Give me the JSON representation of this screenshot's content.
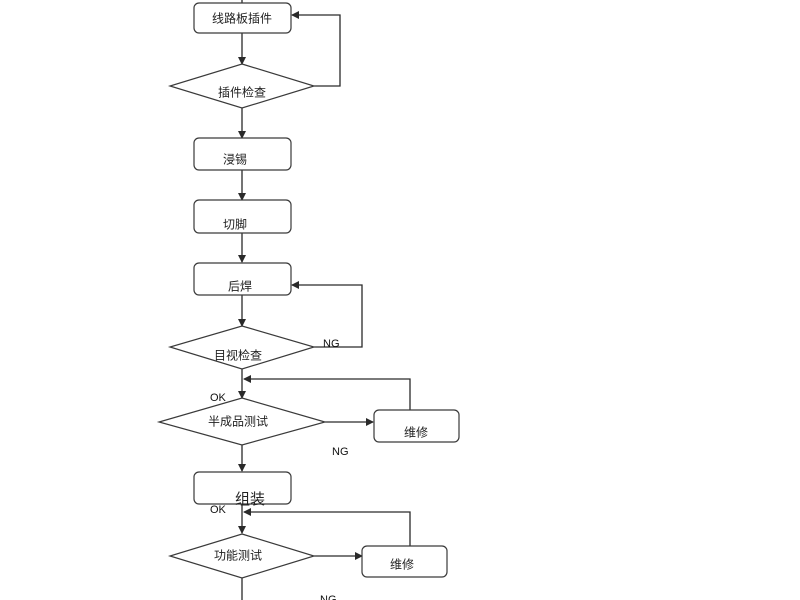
{
  "diagram": {
    "nodes": {
      "pcb_insertion": "线路板插件",
      "insertion_check": "插件检查",
      "dip_solder": "浸锡",
      "lead_cutting": "切脚",
      "post_solder": "后焊",
      "visual_check": "目视检查",
      "semi_test": "半成品测试",
      "repair_1": "维修",
      "assembly": "组装",
      "function_test": "功能测试",
      "repair_2": "维修"
    },
    "edge_labels": {
      "visual_ng": "NG",
      "visual_ok": "OK",
      "semi_ng": "NG",
      "assembly_ok": "OK",
      "function_ng": "NG"
    }
  },
  "colors": {
    "stroke": "#3a3a3a",
    "background": "#ffffff"
  }
}
